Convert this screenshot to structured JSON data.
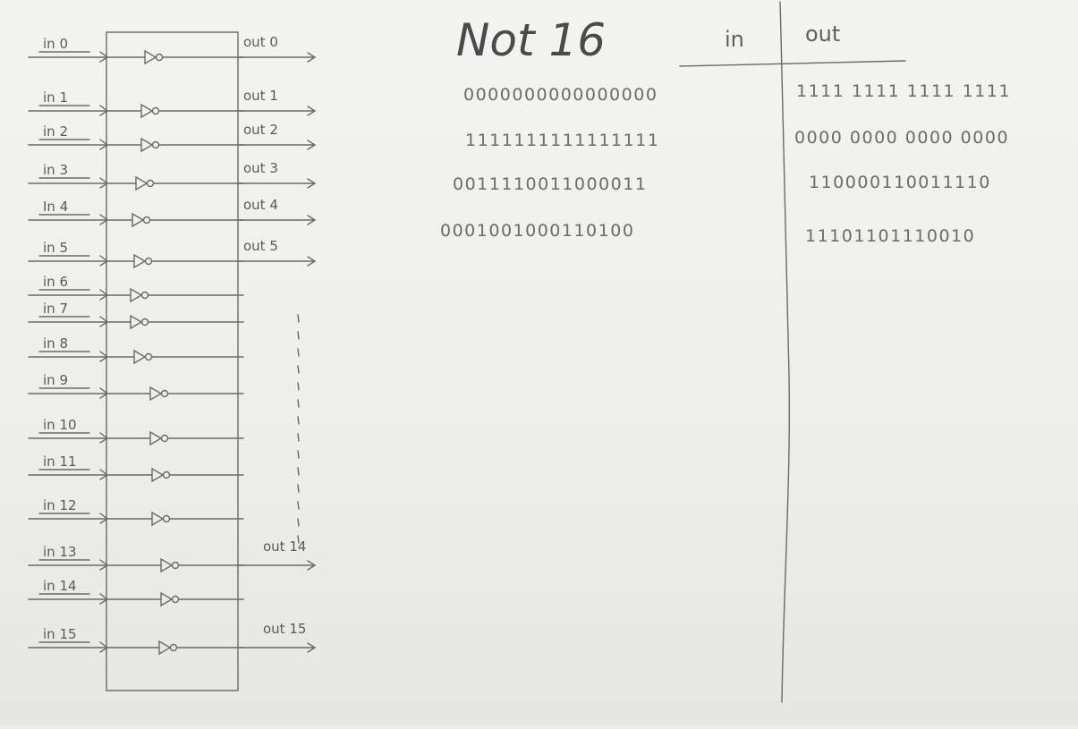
{
  "title": "Not 16",
  "table": {
    "headers": {
      "in": "in",
      "out": "out"
    },
    "rows": [
      {
        "in": "0000000000000000",
        "out": "1111 1111 1111 1111"
      },
      {
        "in": "1111111111111111",
        "out": "0000 0000 0000 0000"
      },
      {
        "in": "0011110011000011",
        "out": "110000110011110"
      },
      {
        "in": "0001001000110100",
        "out": "11101101110010"
      }
    ]
  },
  "diagram": {
    "inputs": [
      "in 0",
      "in 1",
      "in 2",
      "in 3",
      "In 4",
      "in 5",
      "in 6",
      "in 7",
      "in 8",
      "in 9",
      "in 10",
      "in 11",
      "in 12",
      "in 13",
      "in 14",
      "in 15"
    ],
    "outputs": [
      "out 0",
      "out 1",
      "out 2",
      "out 3",
      "out 4",
      "out 5",
      "out 14",
      "out 15"
    ],
    "output_row_index": [
      0,
      1,
      2,
      3,
      4,
      5,
      13,
      15
    ]
  }
}
